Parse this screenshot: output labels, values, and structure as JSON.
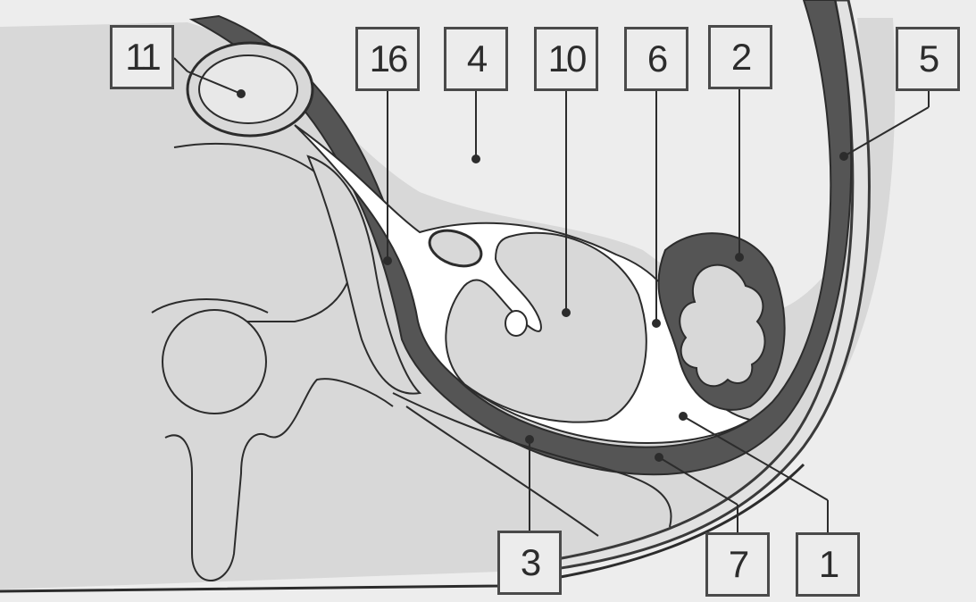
{
  "labels": {
    "l11": "11",
    "l16": "16",
    "l4": "4",
    "l10": "10",
    "l6": "6",
    "l2": "2",
    "l5": "5",
    "l3": "3",
    "l7": "7",
    "l1": "1"
  },
  "colors": {
    "background": "#f0f0f0",
    "tissue_fill": "#d9d9d9",
    "dark_wall": "#555555",
    "outline": "#3a3a3a",
    "cavity_white": "#ffffff"
  }
}
